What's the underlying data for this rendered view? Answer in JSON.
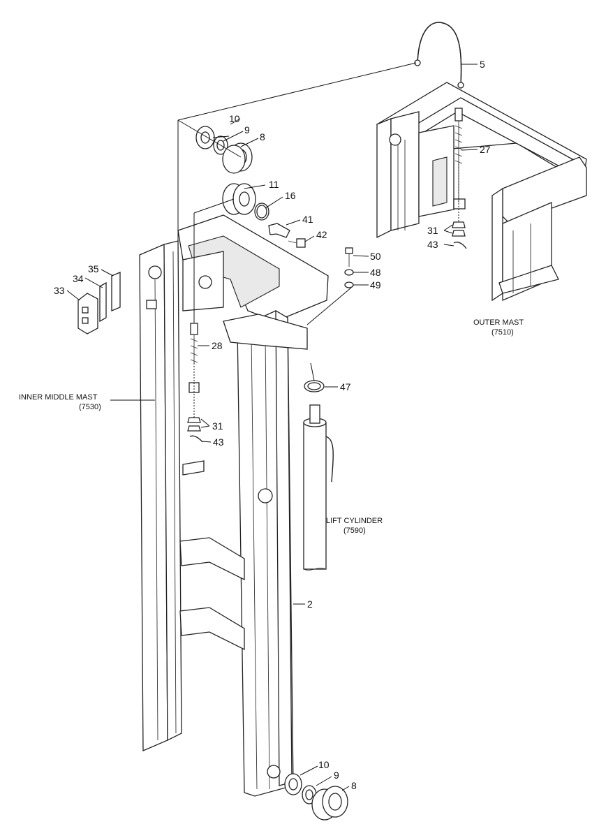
{
  "labels": {
    "inner_middle_mast": "INNER MIDDLE MAST",
    "inner_middle_mast_code": "(7530)",
    "outer_mast": "OUTER MAST",
    "outer_mast_code": "(7510)",
    "lift_cylinder": "LIFT CYLINDER",
    "lift_cylinder_code": "(7590)"
  },
  "callouts": {
    "p5": "5",
    "p10_top": "10",
    "p9_top": "9",
    "p8_top": "8",
    "p11": "11",
    "p16": "16",
    "p41": "41",
    "p42": "42",
    "p27": "27",
    "p31_right": "31",
    "p43_right": "43",
    "p50": "50",
    "p48": "48",
    "p49": "49",
    "p35": "35",
    "p34": "34",
    "p33": "33",
    "p28": "28",
    "p47": "47",
    "p31_left": "31",
    "p43_left": "43",
    "p2": "2",
    "p10_bottom": "10",
    "p9_bottom": "9",
    "p8_bottom": "8"
  }
}
